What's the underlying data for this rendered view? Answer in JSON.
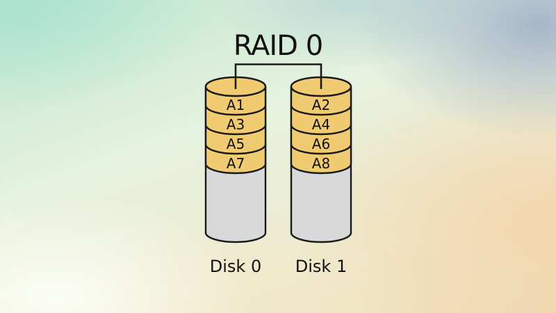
{
  "title": "RAID 0",
  "colors": {
    "stripe_fill": "#F1CB72",
    "disk_body_fill": "#D9D9D9",
    "outline": "#1A1A1A"
  },
  "disks": [
    {
      "label": "Disk 0",
      "stripes": [
        "A1",
        "A3",
        "A5",
        "A7"
      ]
    },
    {
      "label": "Disk 1",
      "stripes": [
        "A2",
        "A4",
        "A6",
        "A8"
      ]
    }
  ]
}
